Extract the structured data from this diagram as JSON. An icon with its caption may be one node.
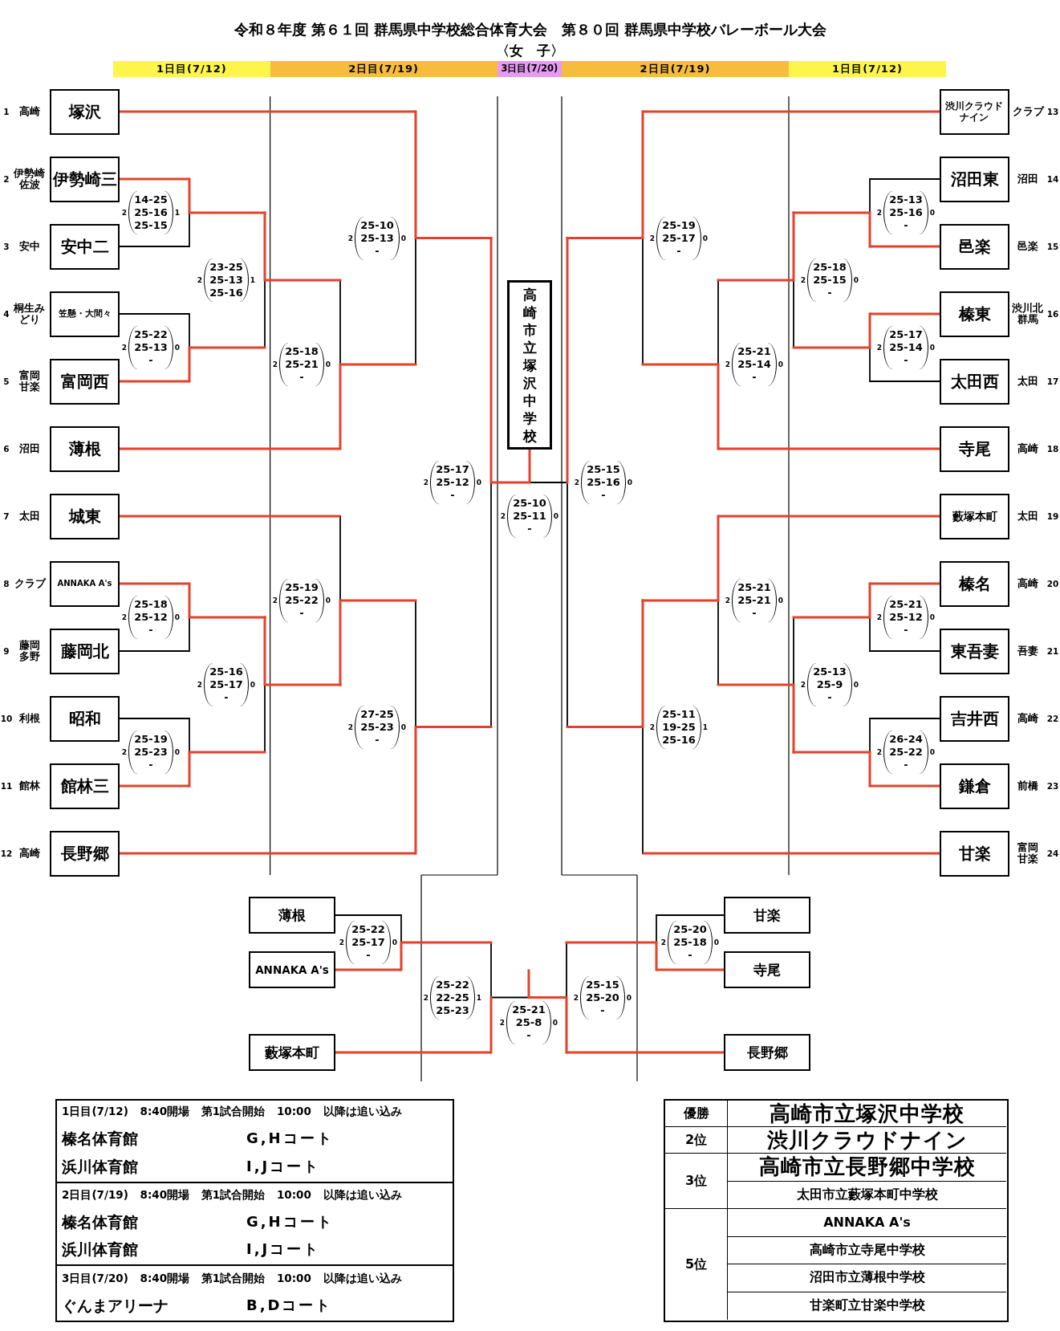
{
  "diagram": {
    "title": "令和８年度 第６１回 群馬県中学校総合体育大会　第８０回 群馬県中学校バレーボール大会",
    "nodes": [
      {
        "text": [
          "1日目(7/12)"
        ]
      },
      {
        "text": [
          "2日目(7/19)"
        ]
      },
      {
        "text": [
          "3日目(7/20)"
        ]
      },
      {
        "text": [
          "2日目(7/19)"
        ]
      },
      {
        "text": [
          "1日目(7/12)"
        ]
      },
      {
        "text": [
          "塚沢"
        ],
        "beside": [
          "1",
          "高崎"
        ]
      },
      {
        "text": [
          "伊勢崎三"
        ],
        "beside": [
          "2",
          "伊勢崎佐波"
        ]
      },
      {
        "text": [
          "安中二"
        ],
        "beside": [
          "3",
          "安中"
        ]
      },
      {
        "text": [
          "笠懸・大間々"
        ],
        "beside": [
          "4",
          "桐生みどり"
        ]
      },
      {
        "text": [
          "富岡西"
        ],
        "beside": [
          "5",
          "富岡甘楽"
        ]
      },
      {
        "text": [
          "薄根"
        ],
        "beside": [
          "6",
          "沼田"
        ]
      },
      {
        "text": [
          "城東"
        ],
        "beside": [
          "7",
          "太田"
        ]
      },
      {
        "text": [
          "ANNAKA A's"
        ],
        "beside": [
          "8",
          "クラブ"
        ]
      },
      {
        "text": [
          "藤岡北"
        ],
        "beside": [
          "9",
          "藤岡多野"
        ]
      },
      {
        "text": [
          "昭和"
        ],
        "beside": [
          "10",
          "利根"
        ]
      },
      {
        "text": [
          "館林三"
        ],
        "beside": [
          "11",
          "館林"
        ]
      },
      {
        "text": [
          "長野郷"
        ],
        "beside": [
          "12",
          "高崎"
        ]
      },
      {
        "text": [
          "高崎市立塚沢中学校"
        ]
      },
      {
        "text": [
          "渋川クラウドナイン"
        ],
        "beside": [
          "クラブ",
          "13"
        ]
      },
      {
        "text": [
          "沼田東"
        ],
        "beside": [
          "沼田",
          "14"
        ]
      },
      {
        "text": [
          "邑楽"
        ],
        "beside": [
          "邑楽",
          "15"
        ]
      },
      {
        "text": [
          "榛東"
        ],
        "beside": [
          "渋川北群馬",
          "16"
        ]
      },
      {
        "text": [
          "太田西"
        ],
        "beside": [
          "太田",
          "17"
        ]
      },
      {
        "text": [
          "寺尾"
        ],
        "beside": [
          "高崎",
          "18"
        ]
      },
      {
        "text": [
          "藪塚本町"
        ],
        "beside": [
          "太田",
          "19"
        ]
      },
      {
        "text": [
          "榛名"
        ],
        "beside": [
          "高崎",
          "20"
        ]
      },
      {
        "text": [
          "東吾妻"
        ],
        "beside": [
          "吾妻",
          "21"
        ]
      },
      {
        "text": [
          "吉井西"
        ],
        "beside": [
          "高崎",
          "22"
        ]
      },
      {
        "text": [
          "鎌倉"
        ],
        "beside": [
          "前橋",
          "23"
        ]
      },
      {
        "text": [
          "甘楽"
        ],
        "beside": [
          "富岡甘楽",
          "24"
        ]
      },
      {
        "text": [
          "薄根"
        ]
      },
      {
        "text": [
          "ANNAKA A's"
        ]
      },
      {
        "text": [
          "藪塚本町"
        ]
      },
      {
        "text": [
          "甘楽"
        ]
      },
      {
        "text": [
          "寺尾"
        ]
      },
      {
        "text": [
          "長野郷"
        ]
      }
    ],
    "edges": [
      {
        "from": 5,
        "to": null,
        "arrow": "none"
      },
      {
        "from": 6,
        "to": null,
        "arrow": "none"
      },
      {
        "from": 7,
        "to": null,
        "arrow": "none",
        "color": "#000000"
      },
      {
        "from": 8,
        "to": null,
        "arrow": "none",
        "color": "#000000"
      },
      {
        "from": 9,
        "to": null,
        "arrow": "none"
      },
      {
        "from": 10,
        "to": null,
        "arrow": "none"
      },
      {
        "from": 11,
        "to": null,
        "arrow": "none"
      },
      {
        "from": 12,
        "to": null,
        "arrow": "none"
      },
      {
        "from": 13,
        "to": null,
        "arrow": "none",
        "color": "#000000"
      },
      {
        "from": 14,
        "to": null,
        "arrow": "none",
        "color": "#000000"
      },
      {
        "from": 15,
        "to": null,
        "arrow": "none"
      },
      {
        "from": 16,
        "to": null,
        "arrow": "none"
      },
      {
        "from": null,
        "to": 17,
        "arrow": "none"
      },
      {
        "from": 18,
        "to": null,
        "arrow": "none"
      },
      {
        "from": 19,
        "to": null,
        "arrow": "none",
        "color": "#000000"
      },
      {
        "from": 20,
        "to": null,
        "arrow": "none"
      },
      {
        "from": 21,
        "to": null,
        "arrow": "none"
      },
      {
        "from": 22,
        "to": null,
        "arrow": "none",
        "color": "#000000"
      },
      {
        "from": 23,
        "to": null,
        "arrow": "none"
      },
      {
        "from": 24,
        "to": null,
        "arrow": "none"
      },
      {
        "from": 25,
        "to": null,
        "arrow": "none"
      },
      {
        "from": 26,
        "to": null,
        "arrow": "none",
        "color": "#000000"
      },
      {
        "from": 27,
        "to": null,
        "arrow": "none",
        "color": "#000000"
      },
      {
        "from": 28,
        "to": null,
        "arrow": "none"
      },
      {
        "from": 29,
        "to": null,
        "arrow": "none"
      },
      {
        "from": 30,
        "to": null,
        "arrow": "none",
        "color": "#000000"
      },
      {
        "from": 31,
        "to": null,
        "arrow": "none"
      },
      {
        "from": 32,
        "to": null,
        "arrow": "none"
      },
      {
        "from": 33,
        "to": null,
        "arrow": "none",
        "color": "#000000"
      },
      {
        "from": 34,
        "to": null,
        "arrow": "none"
      },
      {
        "from": 35,
        "to": null,
        "arrow": "none"
      }
    ],
    "labels": [
      "〈女　子〉",
      "2",
      "14-25 25-16 25-15",
      "1",
      "2",
      "25-13 25-16 -",
      "0",
      "2",
      "25-10 25-13 -",
      "0",
      "2",
      "25-19 25-17 -",
      "0",
      "2",
      "23-25 25-13 25-16",
      "1",
      "2",
      "25-18 25-15 -",
      "0",
      "2",
      "25-22 25-13 -",
      "0",
      "2",
      "25-17 25-14 -",
      "0",
      "2",
      "25-18 25-21 -",
      "0",
      "2",
      "25-21 25-14 -",
      "0",
      "2",
      "25-17 25-12 -",
      "0",
      "2",
      "25-15 25-16 -",
      "0",
      "2",
      "25-10 25-11 -",
      "0",
      "2",
      "25-19 25-22 -",
      "0",
      "2",
      "25-21 25-21 -",
      "0",
      "2",
      "25-18 25-12 -",
      "0",
      "2",
      "25-21 25-12 -",
      "0",
      "2",
      "25-16 25-17 -",
      "0",
      "2",
      "25-13 25-9 -",
      "0",
      "2",
      "27-25 25-23 -",
      "0",
      "2",
      "25-11 19-25 25-16",
      "1",
      "2",
      "25-19 25-23 -",
      "0",
      "2",
      "26-24 25-22 -",
      "0",
      "2",
      "25-22 25-17 -",
      "0",
      "2",
      "25-20 25-18 -",
      "0",
      "2",
      "25-22 22-25 25-23",
      "1",
      "2",
      "25-15 25-20 -",
      "0",
      "2",
      "25-21 25-8 -",
      "0",
      "1日目(7/12) 8:40開場 第1試合開始 10:00 以降は追い込み",
      "榛名体育館",
      "G,Hコート",
      "浜川体育館",
      "I,Jコート",
      "2日目(7/19) 8:40開場 第1試合開始 10:00 以降は追い込み",
      "榛名体育館",
      "G,Hコート",
      "浜川体育館",
      "I,Jコート",
      "3日目(7/20) 8:40開場 第1試合開始 10:00 以降は追い込み",
      "ぐんまアリーナ",
      "B,Dコート",
      "優勝",
      "高崎市立塚沢中学校",
      "2位",
      "渋川クラウドナイン",
      "3位",
      "高崎市立長野郷中学校",
      "太田市立藪塚本町中学校",
      "5位",
      "ANNAKA A's",
      "高崎市立寺尾中学校",
      "沼田市立薄根中学校",
      "甘楽町立甘楽中学校"
    ]
  }
}
